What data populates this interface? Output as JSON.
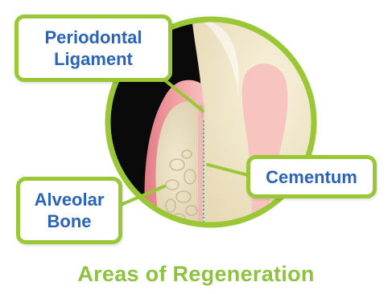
{
  "figure": {
    "callouts": {
      "periodontal_ligament": {
        "line1": "Periodontal",
        "line2": "Ligament"
      },
      "cementum": {
        "label": "Cementum"
      },
      "alveolar_bone": {
        "line1": "Alveolar",
        "line2": "Bone"
      }
    },
    "caption": "Areas of Regeneration"
  },
  "colors": {
    "accent_green": "#9ac735",
    "label_blue": "#2a63b8",
    "caption_green": "#8ec23f",
    "gum_pink": "#ec8f95",
    "bone": "#ece1c4",
    "tooth": "#f2e8cc",
    "pulp": "#f7c4bf",
    "cementum_dots": "#3fb6b0"
  }
}
